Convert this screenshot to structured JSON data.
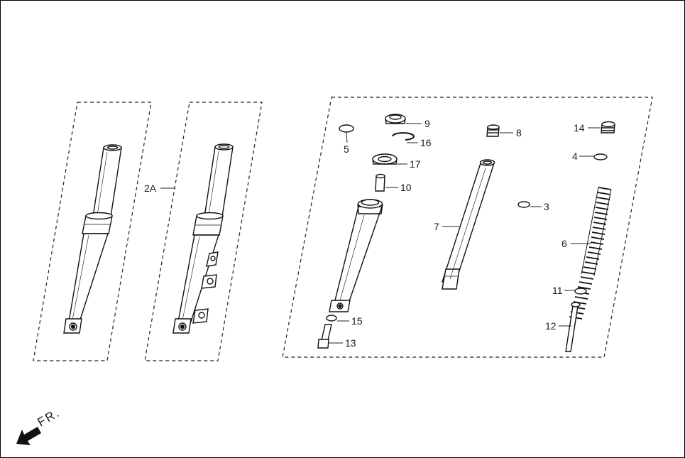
{
  "diagram": {
    "callouts": [
      {
        "id": "5",
        "text": "5"
      },
      {
        "id": "9",
        "text": "9"
      },
      {
        "id": "16",
        "text": "16"
      },
      {
        "id": "17",
        "text": "17"
      },
      {
        "id": "10",
        "text": "10"
      },
      {
        "id": "15",
        "text": "15"
      },
      {
        "id": "13",
        "text": "13"
      },
      {
        "id": "8",
        "text": "8"
      },
      {
        "id": "7",
        "text": "7"
      },
      {
        "id": "3",
        "text": "3"
      },
      {
        "id": "14",
        "text": "14"
      },
      {
        "id": "4",
        "text": "4"
      },
      {
        "id": "6",
        "text": "6"
      },
      {
        "id": "11",
        "text": "11"
      },
      {
        "id": "12",
        "text": "12"
      },
      {
        "id": "2A",
        "text": "2A"
      }
    ],
    "direction_label": "FR."
  }
}
